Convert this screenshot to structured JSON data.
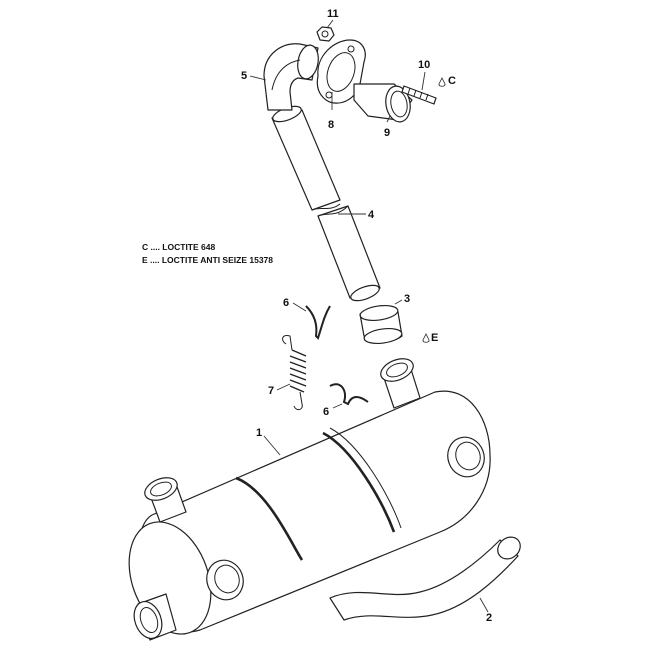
{
  "legend": [
    "C .... LOCTITE 648",
    "E .... LOCTITE ANTI SEIZE 15378"
  ],
  "callouts": {
    "muffler": "1",
    "exhaust_hose": "2",
    "hose_coupler": "3",
    "exhaust_pipe": "4",
    "elbow": "5",
    "spring_clip_upper": "6",
    "spring": "7",
    "spring_clip_lower": "6",
    "flange_gasket": "8",
    "manifold_adapter": "9",
    "stud": "10",
    "nut": "11"
  },
  "compound_markers": {
    "stud": "C",
    "coupler": "E"
  }
}
